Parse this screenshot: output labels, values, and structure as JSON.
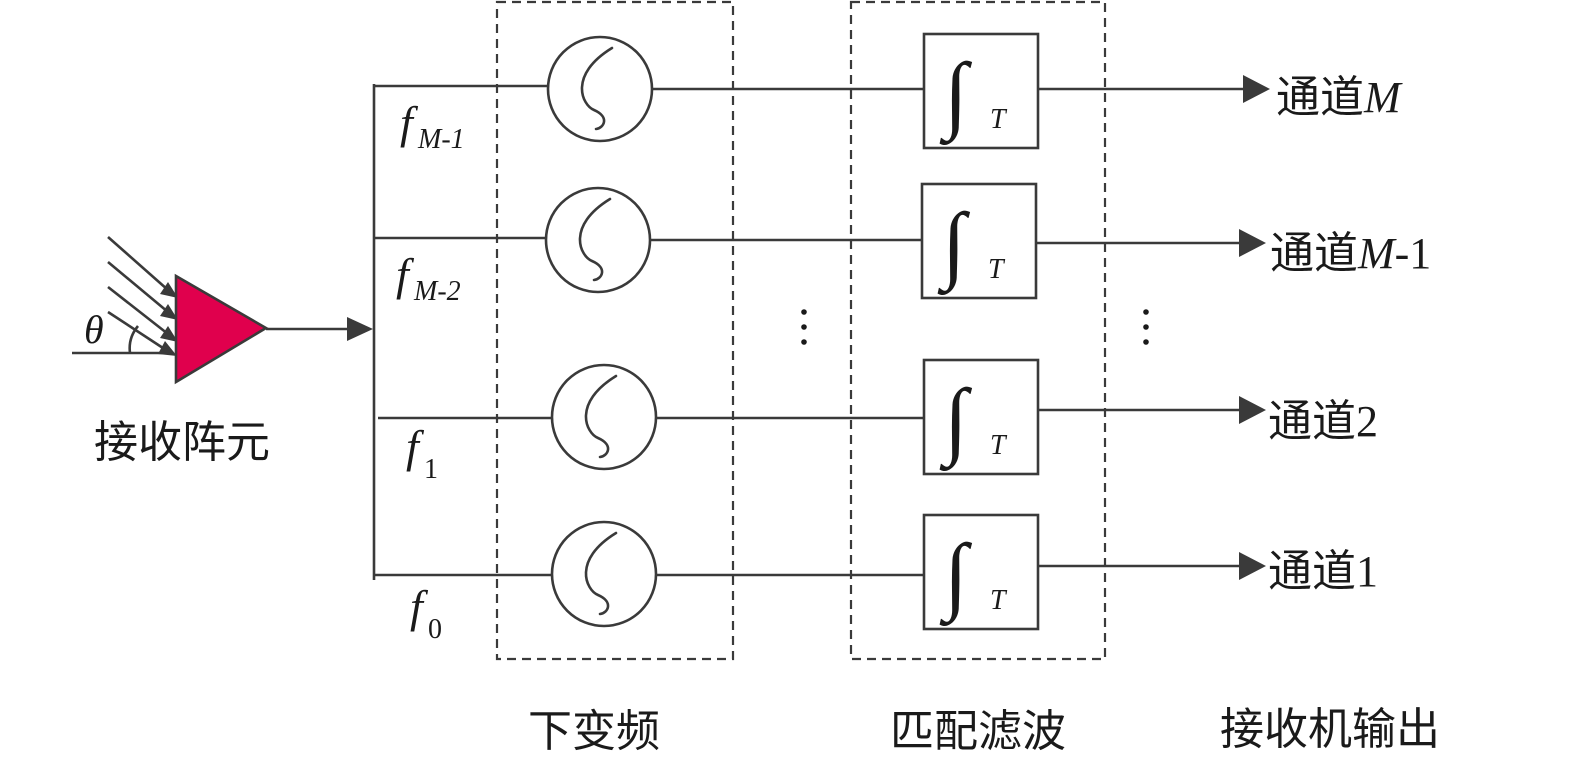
{
  "labels": {
    "receive_element": "接收阵元",
    "downconvert": "下变频",
    "matched_filter": "匹配滤波",
    "receiver_output": "接收机输出",
    "angle": "θ",
    "integral_symbol": "∫",
    "integral_sub": "T"
  },
  "colors": {
    "antenna_fill": "#e0004d",
    "line": "#3a3a3a"
  },
  "channels": [
    {
      "freq_base": "f",
      "freq_sub": "M-1",
      "out_prefix": "通道",
      "out_var": "M",
      "out_suffix": ""
    },
    {
      "freq_base": "f",
      "freq_sub": "M-2",
      "out_prefix": "通道",
      "out_var": "M",
      "out_suffix": "-1"
    },
    {
      "freq_base": "f",
      "freq_sub": "1",
      "out_prefix": "通道",
      "out_var": "",
      "out_suffix": "2"
    },
    {
      "freq_base": "f",
      "freq_sub": "0",
      "out_prefix": "通道",
      "out_var": "",
      "out_suffix": "1"
    }
  ]
}
